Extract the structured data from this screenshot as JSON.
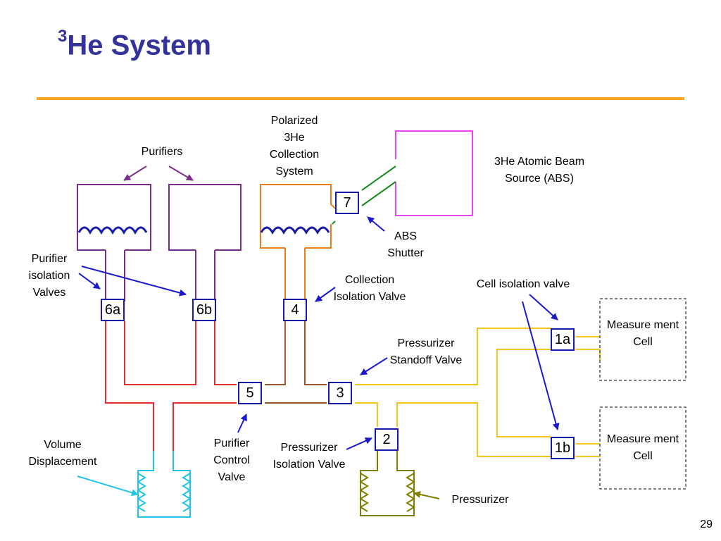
{
  "title": {
    "sup": "3",
    "main": "He System"
  },
  "labels": {
    "polarized": "Polarized 3He Collection System",
    "abs_source": "3He Atomic Beam Source (ABS)",
    "purifiers": "Purifiers",
    "abs_shutter": "ABS Shutter",
    "purifier_isolation": "Purifier isolation Valves",
    "collection_isolation": "Collection Isolation Valve",
    "cell_isolation": "Cell isolation valve",
    "measurement_cell_1": "Measure ment Cell",
    "measurement_cell_2": "Measure ment Cell",
    "pressurizer_standoff": "Pressurizer Standoff Valve",
    "volume_displacement": "Volume Displacement",
    "purifier_control": "Purifier Control Valve",
    "pressurizer_isolation": "Pressurizer Isolation Valve",
    "pressurizer": "Pressurizer"
  },
  "valves": {
    "v7": "7",
    "v6a": "6a",
    "v6b": "6b",
    "v4": "4",
    "v1a": "1a",
    "v1b": "1b",
    "v5": "5",
    "v3": "3",
    "v2": "2"
  },
  "colors": {
    "purifier": "#7b2d8e",
    "orange": "#f07d1c",
    "abs": "#ee44ee",
    "green": "#1a8a1a",
    "red": "#e03030",
    "brown": "#a0522d",
    "yellow": "#f5c518",
    "cyan": "#22c4e8",
    "olive": "#808000",
    "arrow_blue": "#1a1acc",
    "title": "#333399",
    "rule": "#f5a623"
  },
  "page_number": "29"
}
